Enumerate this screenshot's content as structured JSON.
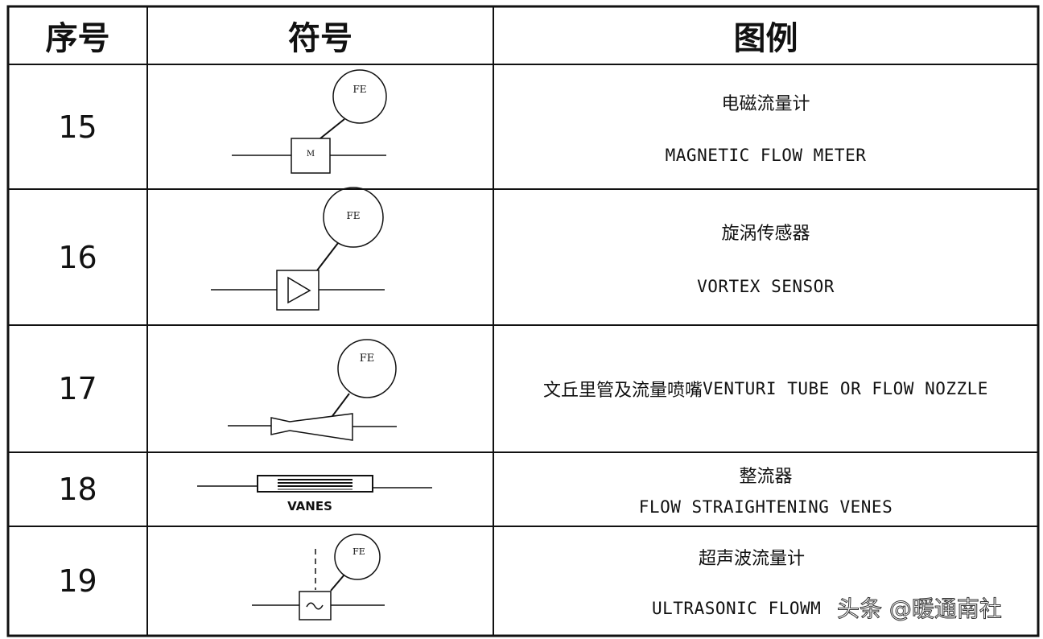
{
  "headers": {
    "index": "序号",
    "symbol": "符号",
    "legend": "图例"
  },
  "rows": [
    {
      "index": "15",
      "symbol_label": "FE",
      "symbol_inner": "M",
      "cn": "电磁流量计",
      "en": "MAGNETIC FLOW METER"
    },
    {
      "index": "16",
      "symbol_label": "FE",
      "cn": "旋涡传感器",
      "en": "VORTEX SENSOR"
    },
    {
      "index": "17",
      "symbol_label": "FE",
      "cn": "文丘里管及流量喷嘴",
      "en": "VENTURI TUBE OR FLOW NOZZLE"
    },
    {
      "index": "18",
      "symbol_label": "VANES",
      "cn": "整流器",
      "en": "FLOW STRAIGHTENING VENES"
    },
    {
      "index": "19",
      "symbol_label": "FE",
      "cn": "超声波流量计",
      "en": "ULTRASONIC FLOWM"
    }
  ],
  "watermark": "头条 @暖通南社"
}
